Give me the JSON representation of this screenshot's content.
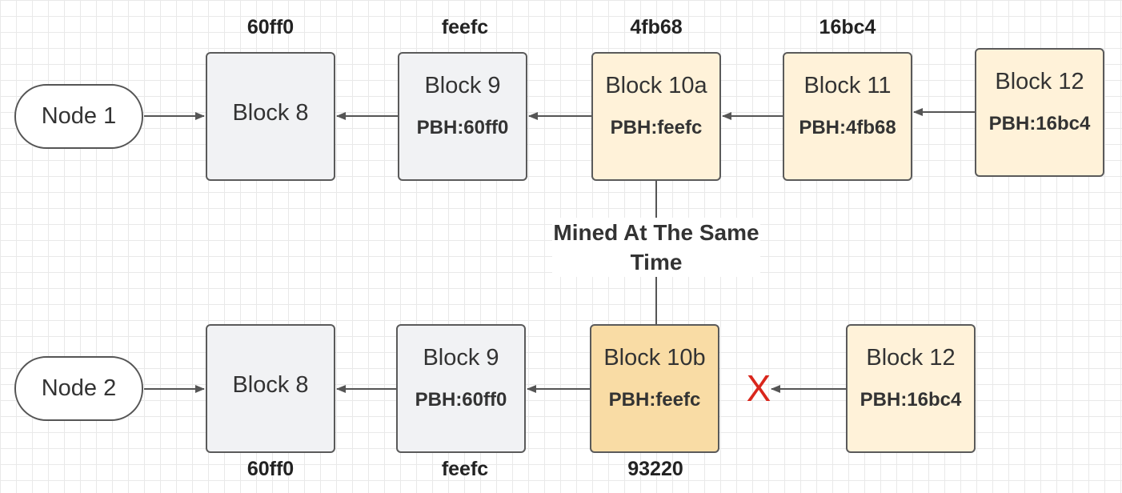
{
  "colors": {
    "line": "#555555",
    "gray_fill": "#f1f2f4",
    "cream_fill": "#fff2d9",
    "orange_fill": "#f9dca5",
    "cross": "#d9261c"
  },
  "row1": {
    "node": "Node 1",
    "hashes": [
      "60ff0",
      "feefc",
      "4fb68",
      "16bc4"
    ],
    "blocks": [
      {
        "name": "Block 8",
        "pbh": ""
      },
      {
        "name": "Block 9",
        "pbh": "PBH:60ff0"
      },
      {
        "name": "Block 10a",
        "pbh": "PBH:feefc"
      },
      {
        "name": "Block 11",
        "pbh": "PBH:4fb68"
      },
      {
        "name": "Block 12",
        "pbh": "PBH:16bc4"
      }
    ]
  },
  "row2": {
    "node": "Node 2",
    "hashes": [
      "60ff0",
      "feefc",
      "93220"
    ],
    "blocks": [
      {
        "name": "Block 8",
        "pbh": ""
      },
      {
        "name": "Block 9",
        "pbh": "PBH:60ff0"
      },
      {
        "name": "Block 10b",
        "pbh": "PBH:feefc"
      },
      {
        "name": "Block 12",
        "pbh": "PBH:16bc4"
      }
    ]
  },
  "connector_label": "Mined At The Same Time",
  "rejected_marker": "X"
}
